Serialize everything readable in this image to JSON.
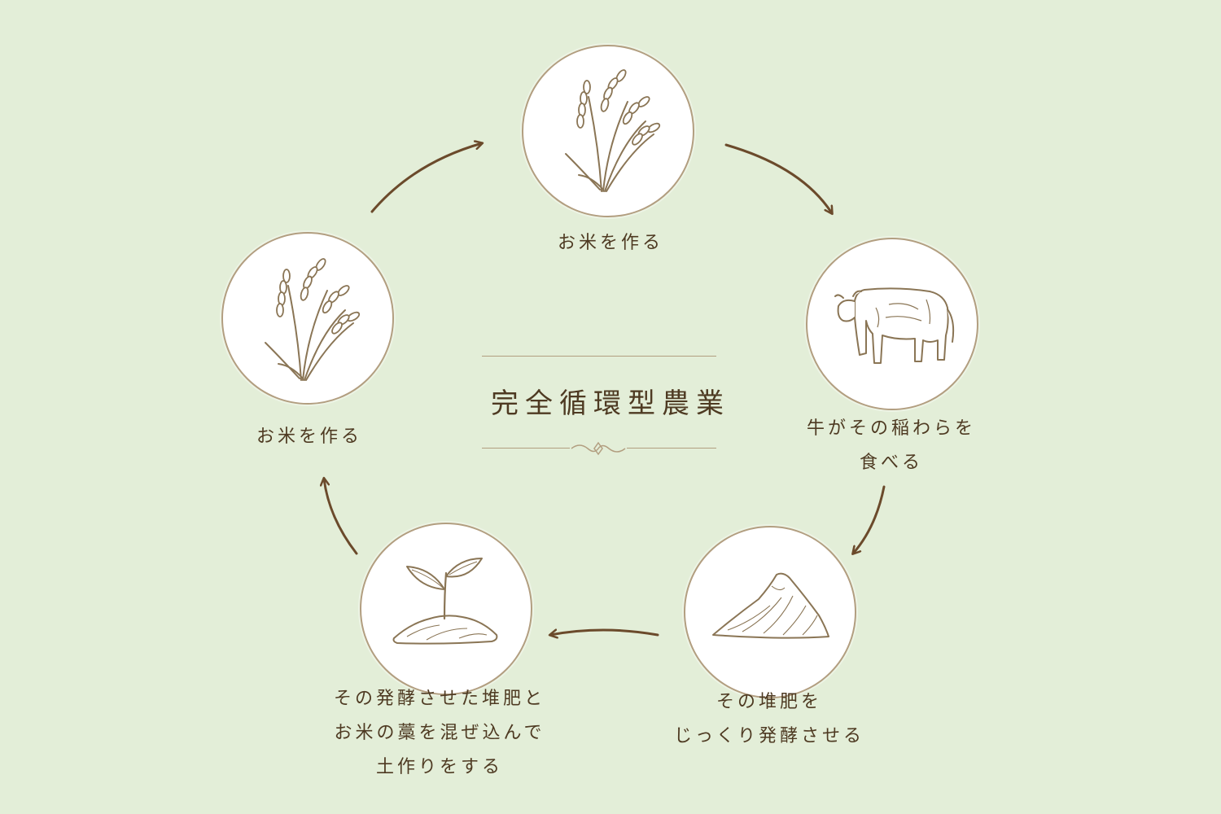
{
  "center": {
    "title": "完全循環型農業"
  },
  "nodes": {
    "rice_top": {
      "label": "お米を作る",
      "icon": "rice-plant-icon"
    },
    "cow": {
      "label": "牛がその稲わらを\n食べる",
      "icon": "cow-icon"
    },
    "compost": {
      "label": "その堆肥を\nじっくり発酵させる",
      "icon": "compost-pile-icon"
    },
    "sprout": {
      "label": "その発酵させた堆肥と\nお米の藁を混ぜ込んで\n土作りをする",
      "icon": "sprout-icon"
    },
    "rice_left": {
      "label": "お米を作る",
      "icon": "rice-plant-icon"
    }
  },
  "colors": {
    "background": "#e3eed8",
    "circle_fill": "#ffffff",
    "circle_border": "#b29e80",
    "arrow": "#6b4a2b",
    "text": "#4e3a22",
    "illustration": "#8a7555"
  }
}
